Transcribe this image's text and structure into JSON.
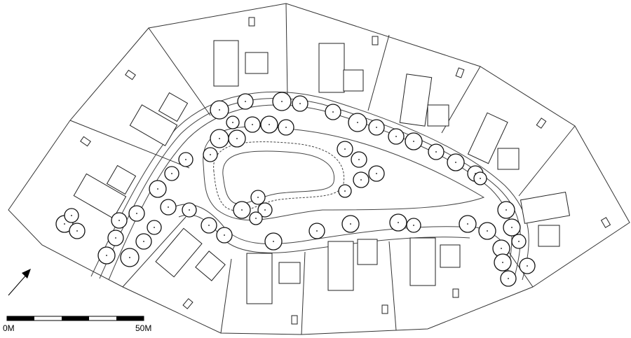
{
  "scale_bar": {
    "start_label": "0M",
    "end_label": "50M",
    "segments": 5
  },
  "north_arrow": {
    "icon": "north-arrow-icon"
  },
  "colors": {
    "ink": "#111111",
    "background": "#ffffff"
  }
}
